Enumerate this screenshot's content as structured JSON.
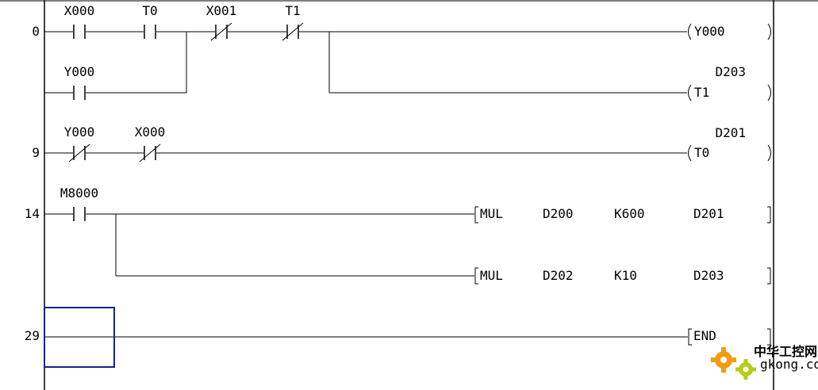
{
  "rungs": [
    {
      "step": "0",
      "contacts": [
        {
          "label": "X000",
          "type": "no"
        },
        {
          "label": "T0",
          "type": "no"
        },
        {
          "label": "X001",
          "type": "nc"
        },
        {
          "label": "T1",
          "type": "nc"
        }
      ],
      "parallel_contact": {
        "label": "Y000",
        "type": "no"
      },
      "outputs": [
        {
          "kind": "coil",
          "device": "Y000",
          "setpoint": ""
        },
        {
          "kind": "coil",
          "device": "T1",
          "setpoint": "D203"
        }
      ]
    },
    {
      "step": "9",
      "contacts": [
        {
          "label": "Y000",
          "type": "nc"
        },
        {
          "label": "X000",
          "type": "nc"
        }
      ],
      "outputs": [
        {
          "kind": "coil",
          "device": "T0",
          "setpoint": "D201"
        }
      ]
    },
    {
      "step": "14",
      "contacts": [
        {
          "label": "M8000",
          "type": "no"
        }
      ],
      "outputs": [
        {
          "kind": "instruction",
          "op": "MUL",
          "operands": [
            "D200",
            "K600",
            "D201"
          ]
        },
        {
          "kind": "instruction",
          "op": "MUL",
          "operands": [
            "D202",
            "K10",
            "D203"
          ]
        }
      ]
    },
    {
      "step": "29",
      "outputs": [
        {
          "kind": "instruction",
          "op": "END",
          "operands": []
        }
      ]
    }
  ],
  "watermark": {
    "cn": "中华工控网",
    "site": "gkong.com"
  },
  "colors": {
    "wire": "#000000",
    "cursor": "#1a237e",
    "watermark_gear": "#f39c12"
  }
}
